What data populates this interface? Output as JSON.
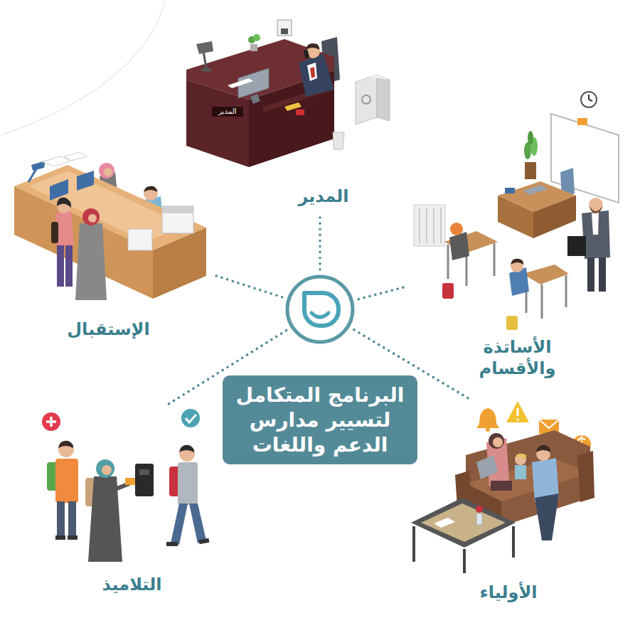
{
  "diagram": {
    "nodes": [
      {
        "text": [
          "البرنامج المتكامل لتسيير مدارس الدعم واللغات"
        ]
      },
      {
        "text": [
          "المدير"
        ]
      },
      {
        "text": [
          "الأساتذة والأقسام"
        ]
      },
      {
        "text": [
          "الأولياء"
        ]
      },
      {
        "text": [
          "التلاميذ"
        ]
      },
      {
        "text": [
          "الإستقبال"
        ]
      }
    ],
    "edges": [
      {
        "from": 0,
        "to": 1,
        "arrow": "none"
      },
      {
        "from": 0,
        "to": 2,
        "arrow": "none"
      },
      {
        "from": 0,
        "to": 3,
        "arrow": "none"
      },
      {
        "from": 0,
        "to": 4,
        "arrow": "none"
      },
      {
        "from": 0,
        "to": 5,
        "arrow": "none"
      }
    ],
    "labels": [
      "المدير"
    ]
  }
}
